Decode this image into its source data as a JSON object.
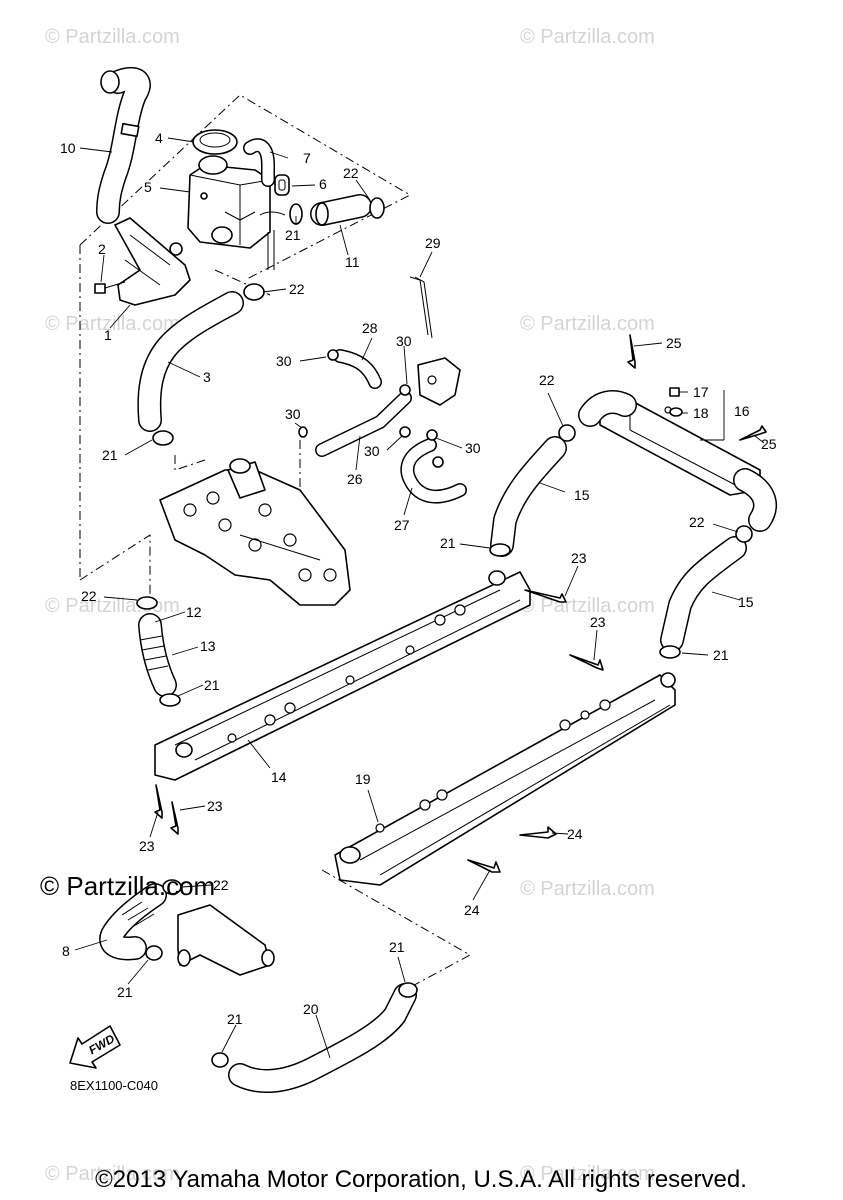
{
  "watermarks": {
    "text": "© Partzilla.com",
    "count": 9
  },
  "brand_mark": "© Partzilla.com",
  "diagram_code": "8EX1100-C040",
  "fwd_label": "FWD",
  "copyright": "©2013 Yamaha Motor Corporation, U.S.A. All rights reserved.",
  "callouts": {
    "c1": "1",
    "c2": "2",
    "c3": "3",
    "c4": "4",
    "c5": "5",
    "c6": "6",
    "c7": "7",
    "c8": "8",
    "c10": "10",
    "c11": "11",
    "c12": "12",
    "c13": "13",
    "c14": "14",
    "c15a": "15",
    "c15b": "15",
    "c16": "16",
    "c17": "17",
    "c18": "18",
    "c19": "19",
    "c20": "20",
    "c21a": "21",
    "c21b": "21",
    "c21c": "21",
    "c21d": "21",
    "c21e": "21",
    "c21f": "21",
    "c21g": "21",
    "c21h": "21",
    "c22a": "22",
    "c22b": "22",
    "c22c": "22",
    "c22d": "22",
    "c22e": "22",
    "c22f": "22",
    "c23a": "23",
    "c23b": "23",
    "c23c": "23",
    "c23d": "23",
    "c24a": "24",
    "c24b": "24",
    "c25a": "25",
    "c25b": "25",
    "c26": "26",
    "c27": "27",
    "c28": "28",
    "c29": "29",
    "c30a": "30",
    "c30b": "30",
    "c30c": "30",
    "c30d": "30",
    "c30e": "30"
  }
}
